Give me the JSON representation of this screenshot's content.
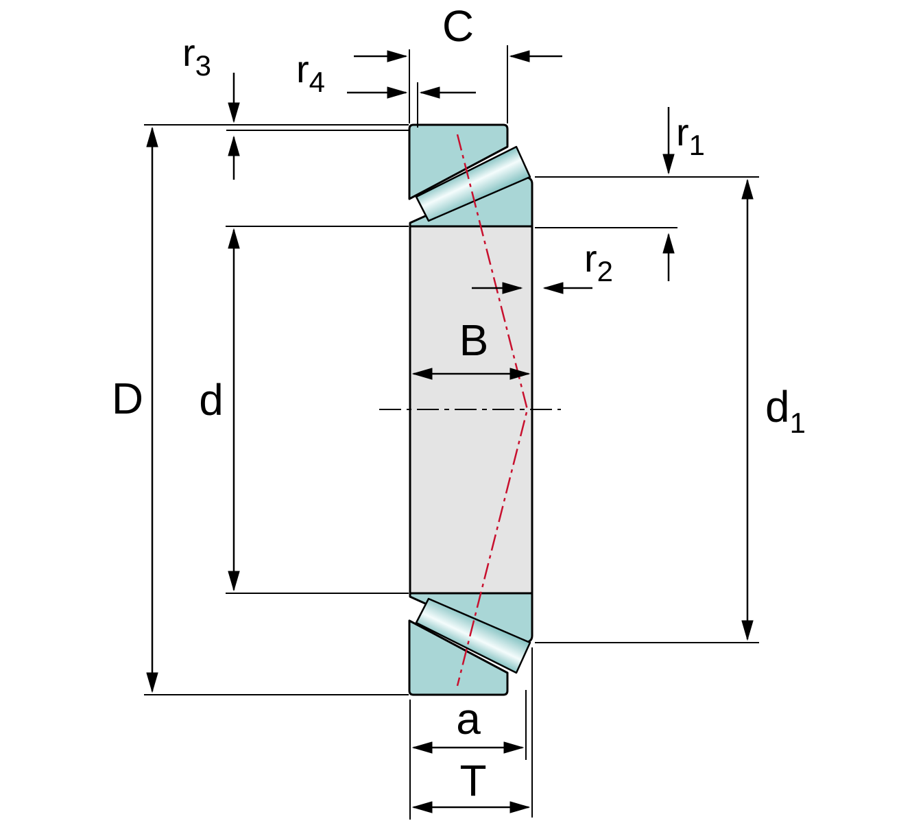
{
  "labels": {
    "outer_diameter": "D",
    "bore_diameter": "d",
    "rib_diameter_base": "d",
    "rib_diameter_sub": "1",
    "inner_ring_width": "B",
    "outer_ring_width": "C",
    "bearing_width": "T",
    "effective_center_distance": "a",
    "chamfer_r1_base": "r",
    "chamfer_r1_sub": "1",
    "chamfer_r2_base": "r",
    "chamfer_r2_sub": "2",
    "chamfer_r3_base": "r",
    "chamfer_r3_sub": "3",
    "chamfer_r4_base": "r",
    "chamfer_r4_sub": "4"
  },
  "colors": {
    "ring_fill": "#a9d6d6",
    "section_fill": "#e4e4e4",
    "pressure_line": "#c8102e",
    "outline": "#000000"
  }
}
